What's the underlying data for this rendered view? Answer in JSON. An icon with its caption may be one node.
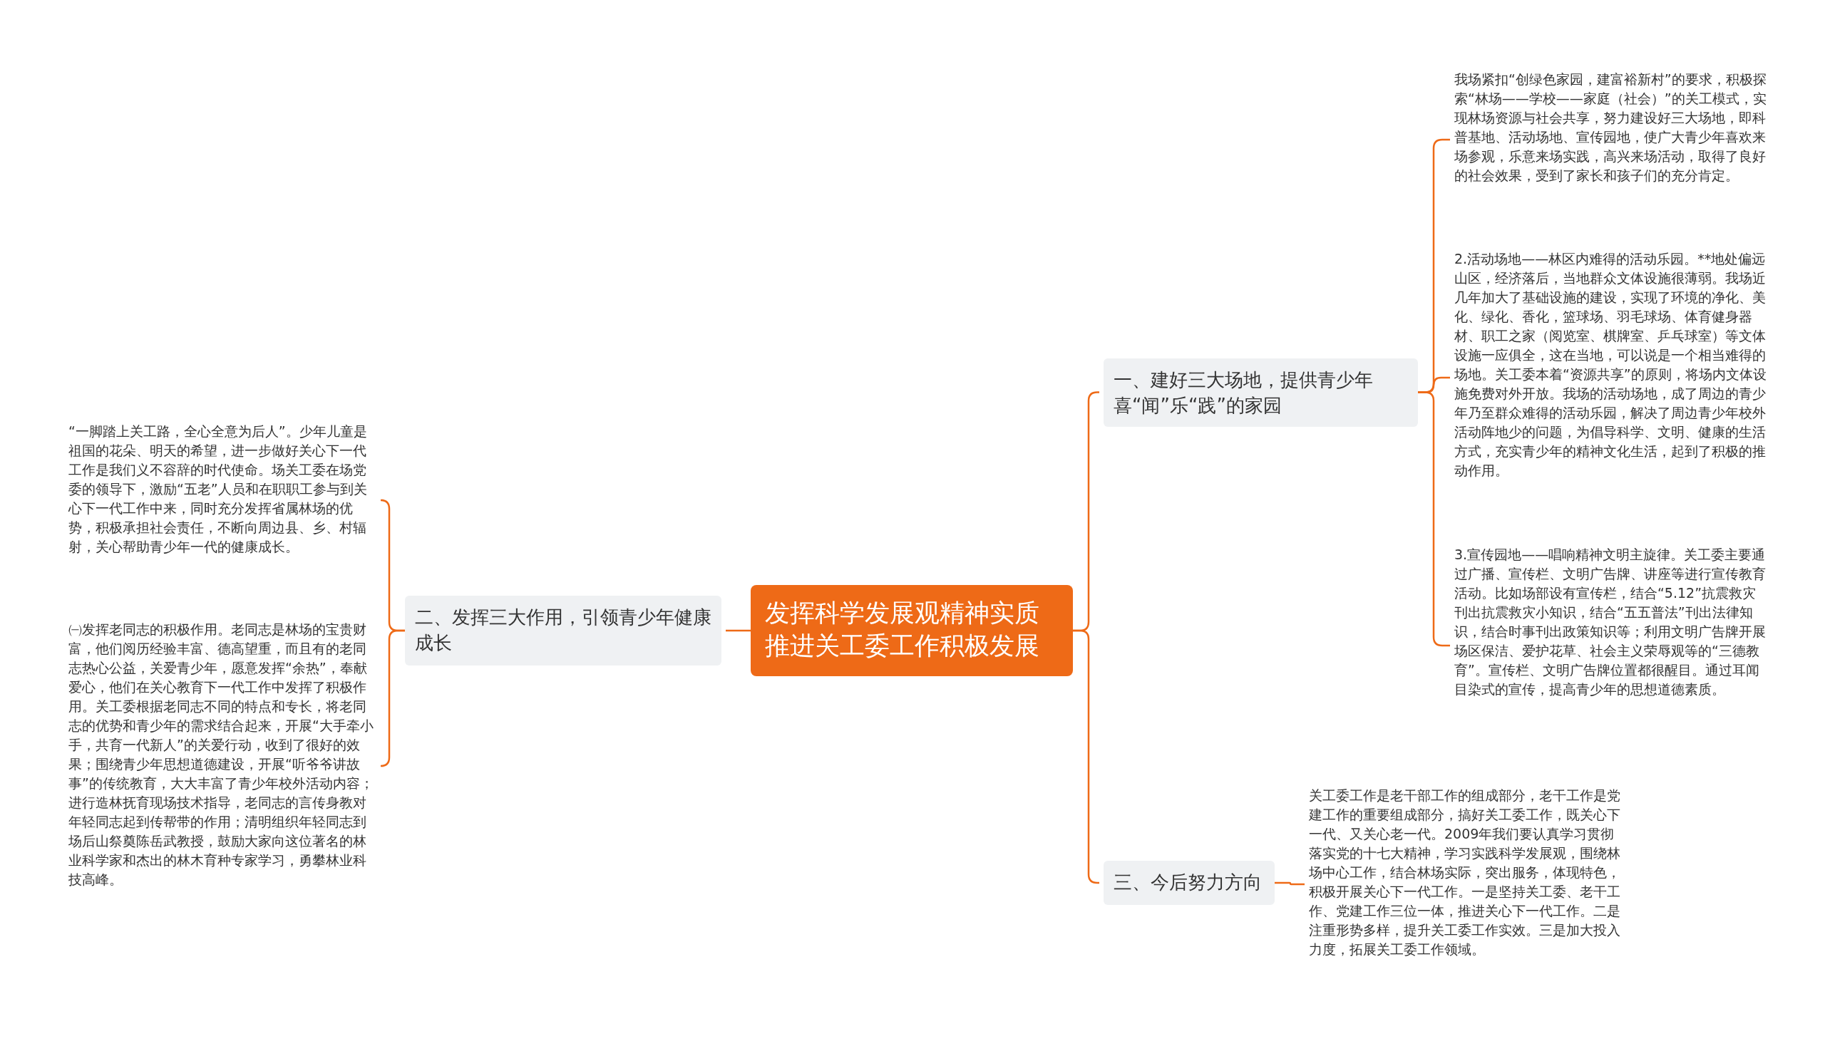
{
  "diagram": {
    "nodes": [
      {
        "text": [
          "发挥科学发展观精神实质推进关工委工作积极发展"
        ]
      },
      {
        "text": [
          "二、发挥三大作用，引领青少年健康成长"
        ]
      },
      {
        "text": [
          "“一脚踏上关工路，全心全意为后人”。少年儿童是祖国的花朵、明天的希望，进一步做好关心下一代工作是我们义不容辞的时代使命。场关工委在场党委的领导下，激励“五老”人员和在职职工参与到关心下一代工作中来，同时充分发挥省属林场的优势，积极承担社会责任，不断向周边县、乡、村辐射，关心帮助青少年一代的健康成长。"
        ]
      },
      {
        "text": [
          "㈠发挥老同志的积极作用。老同志是林场的宝贵财富，他们阅历经验丰富、德高望重，而且有的老同志热心公益，关爱青少年，愿意发挥“余热”，奉献爱心，他们在关心教育下一代工作中发挥了积极作用。关工委根据老同志不同的特点和专长，将老同志的优势和青少年的需求结合起来，开展“大手牵小手，共育一代新人”的关爱行动，收到了很好的效果；围绕青少年思想道德建设，开展“听爷爷讲故事”的传统教育，大大丰富了青少年校外活动内容；进行造林抚育现场技术指导，老同志的言传身教对年轻同志起到传帮带的作用；清明组织年轻同志到场后山祭奠陈岳武教授，鼓励大家向这位著名的林业科学家和杰出的林木育种专家学习，勇攀林业科技高峰。"
        ]
      },
      {
        "text": [
          "一、建好三大场地，提供青少年喜“闻”乐“践”的家园"
        ]
      },
      {
        "text": [
          "我场紧扣“创绿色家园，建富裕新村”的要求，积极探索“林场——学校——家庭（社会）”的关工模式，实现林场资源与社会共享，努力建设好三大场地，即科普基地、活动场地、宣传园地，使广大青少年喜欢来场参观，乐意来场实践，高兴来场活动，取得了良好的社会效果，受到了家长和孩子们的充分肯定。"
        ]
      },
      {
        "text": [
          "2.活动场地——林区内难得的活动乐园。**地处偏远山区，经济落后，当地群众文体设施很薄弱。我场近几年加大了基础设施的建设，实现了环境的净化、美化、绿化、香化，篮球场、羽毛球场、体育健身器材、职工之家（阅览室、棋牌室、乒乓球室）等文体设施一应俱全，这在当地，可以说是一个相当难得的场地。关工委本着“资源共享”的原则，将场内文体设施免费对外开放。我场的活动场地，成了周边的青少年乃至群众难得的活动乐园，解决了周边青少年校外活动阵地少的问题，为倡导科学、文明、健康的生活方式，充实青少年的精神文化生活，起到了积极的推动作用。"
        ]
      },
      {
        "text": [
          "3.宣传园地——唱响精神文明主旋律。关工委主要通过广播、宣传栏、文明广告牌、讲座等进行宣传教育活动。比如场部设有宣传栏，结合“5.12”抗震救灾刊出抗震救灾小知识，结合“五五普法”刊出法律知识，结合时事刊出政策知识等；利用文明广告牌开展场区保洁、爱护花草、社会主义荣辱观等的“三德教育”。宣传栏、文明广告牌位置都很醒目。通过耳闻目染式的宣传，提高青少年的思想道德素质。"
        ]
      },
      {
        "text": [
          "三、今后努力方向"
        ]
      },
      {
        "text": [
          "关工委工作是老干部工作的组成部分，老干工作是党建工作的重要组成部分，搞好关工委工作，既关心下一代、又关心老一代。2009年我们要认真学习贯彻落实党的十七大精神，学习实践科学发展观，围绕林场中心工作，结合林场实际，突出服务，体现特色，积极开展关心下一代工作。一是坚持关工委、老干工作、党建工作三位一体，推进关心下一代工作。二是注重形势多样，提升关工委工作实效。三是加大投入力度，拓展关工委工作领域。"
        ]
      }
    ],
    "edges": [
      {
        "from": 0,
        "to": 1,
        "arrow": "none"
      },
      {
        "from": 1,
        "to": 2,
        "arrow": "none"
      },
      {
        "from": 1,
        "to": 3,
        "arrow": "none"
      },
      {
        "from": 0,
        "to": 4,
        "arrow": "none"
      },
      {
        "from": 4,
        "to": 5,
        "arrow": "none"
      },
      {
        "from": 4,
        "to": 6,
        "arrow": "none"
      },
      {
        "from": 4,
        "to": 7,
        "arrow": "none"
      },
      {
        "from": 0,
        "to": 8,
        "arrow": "none"
      },
      {
        "from": 8,
        "to": 9,
        "arrow": "none"
      }
    ]
  }
}
